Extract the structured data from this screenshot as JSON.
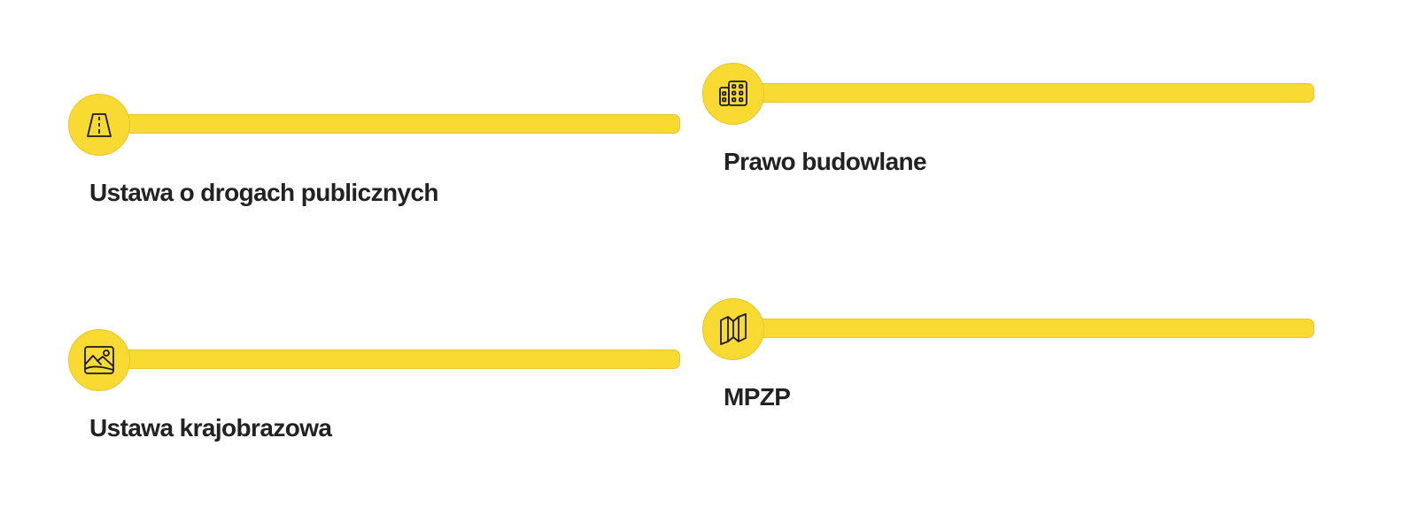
{
  "colors": {
    "accent": "#f8da33",
    "accent_border": "#e6c62a",
    "text": "#222222",
    "background": "#ffffff"
  },
  "items": [
    {
      "title": "Ustawa o drogach publicznych",
      "icon": "road-icon"
    },
    {
      "title": "Prawo budowlane",
      "icon": "buildings-icon"
    },
    {
      "title": "Ustawa krajobrazowa",
      "icon": "landscape-image-icon"
    },
    {
      "title": "MPZP",
      "icon": "map-icon"
    }
  ]
}
